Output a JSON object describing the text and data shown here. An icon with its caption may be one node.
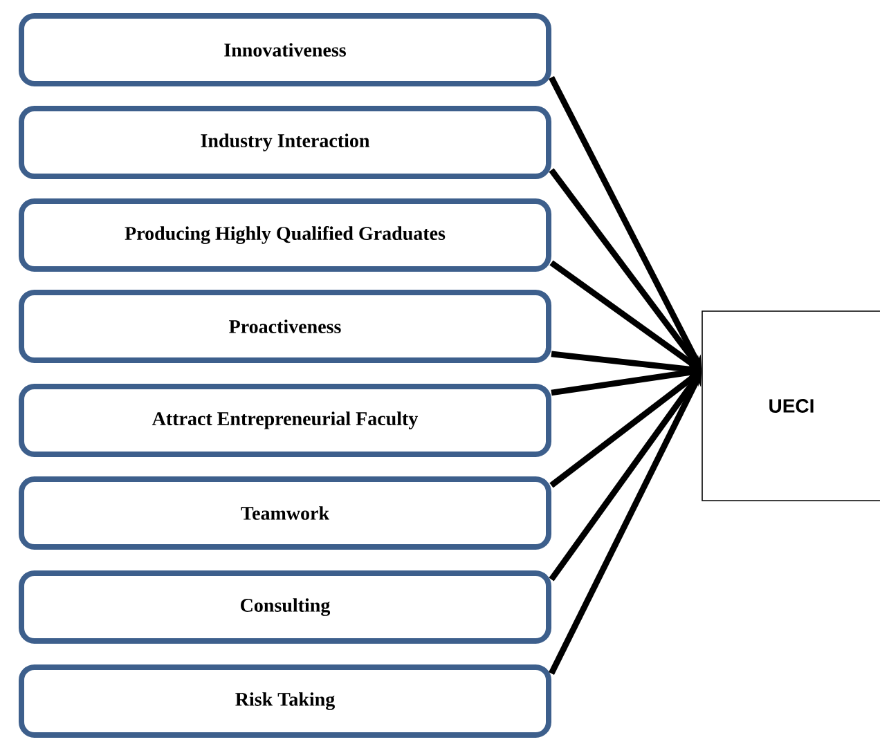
{
  "diagram": {
    "nodes": [
      {
        "text": [
          "Innovativeness"
        ]
      },
      {
        "text": [
          "Industry Interaction"
        ]
      },
      {
        "text": [
          "Producing Highly Qualified Graduates"
        ]
      },
      {
        "text": [
          "Proactiveness"
        ]
      },
      {
        "text": [
          "Attract Entrepreneurial Faculty"
        ]
      },
      {
        "text": [
          "Teamwork"
        ]
      },
      {
        "text": [
          "Consulting"
        ]
      },
      {
        "text": [
          "Risk Taking"
        ]
      },
      {
        "text": [
          "UECI"
        ]
      }
    ],
    "edges": [
      {
        "from": 0,
        "to": 8,
        "arrow": "to"
      },
      {
        "from": 1,
        "to": 8,
        "arrow": "to"
      },
      {
        "from": 2,
        "to": 8,
        "arrow": "to"
      },
      {
        "from": 3,
        "to": 8,
        "arrow": "to"
      },
      {
        "from": 4,
        "to": 8,
        "arrow": "to"
      },
      {
        "from": 5,
        "to": 8,
        "arrow": "to"
      },
      {
        "from": 6,
        "to": 8,
        "arrow": "to"
      },
      {
        "from": 7,
        "to": 8,
        "arrow": "to"
      }
    ]
  }
}
